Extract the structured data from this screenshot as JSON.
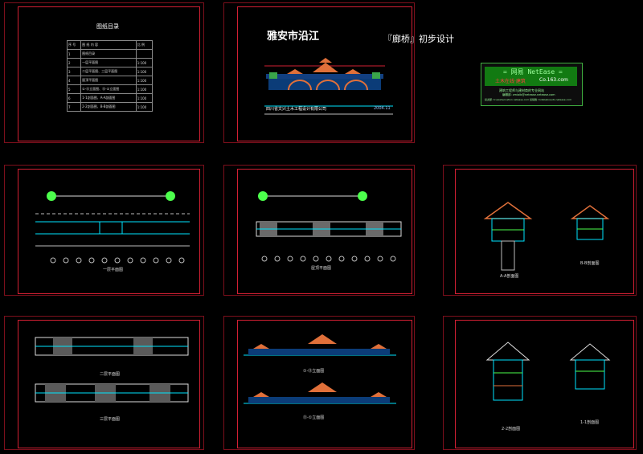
{
  "index_sheet": {
    "title": "图纸目录",
    "headers": [
      "序 号",
      "图 纸 内 容",
      "比 例"
    ],
    "rows": [
      {
        "no": "1",
        "content": "图纸目录",
        "scale": ""
      },
      {
        "no": "2",
        "content": "一层平面图",
        "scale": "1:100"
      },
      {
        "no": "3",
        "content": "二层平面图、三层平面图",
        "scale": "1:100"
      },
      {
        "no": "4",
        "content": "屋顶平面图",
        "scale": "1:100"
      },
      {
        "no": "5",
        "content": "①-⑬立面图、⑬-①立面图",
        "scale": "1:100"
      },
      {
        "no": "6",
        "content": "1-1剖面图、A-A剖面图",
        "scale": "1:100"
      },
      {
        "no": "7",
        "content": "2-2剖面图、B-B剖面图",
        "scale": "1:100"
      }
    ]
  },
  "cover_sheet": {
    "title": "雅安市沿江",
    "subtitle": "『廊桥』初步设计",
    "company": "四川省文兴土木工程设计有限公司",
    "date": "2004.11"
  },
  "watermark": {
    "line1": "= 网易 NetEase =",
    "line2a": "土木在线·建筑",
    "line2b": "Co.163.com",
    "line3": "建筑工程师与建材商的专业网站",
    "line4": "编辑部: zmiaib@netease.netease.com",
    "line5": "投资部: tcusiahecnation.netease.com   投稿箱: tvdsbaboauto.netease.com"
  },
  "drawing_labels": {
    "plan1": "一层平面图",
    "plan_roof": "屋顶平面图",
    "section_aa": "A-A剖面图",
    "section_bb": "B-B剖面图",
    "plan2": "二层平面图",
    "plan3": "三层平面图",
    "elev1": "①-⑬立面图",
    "elev2": "⑬-①立面图",
    "section_22": "2-2剖面图",
    "section_11": "1-1剖面图"
  },
  "colors": {
    "sheet_border": "#d21f33",
    "line_cyan": "#00e5ff",
    "roof_orange": "#e0703a",
    "line_green": "#4cff4c",
    "watermark_green": "#127a12"
  }
}
